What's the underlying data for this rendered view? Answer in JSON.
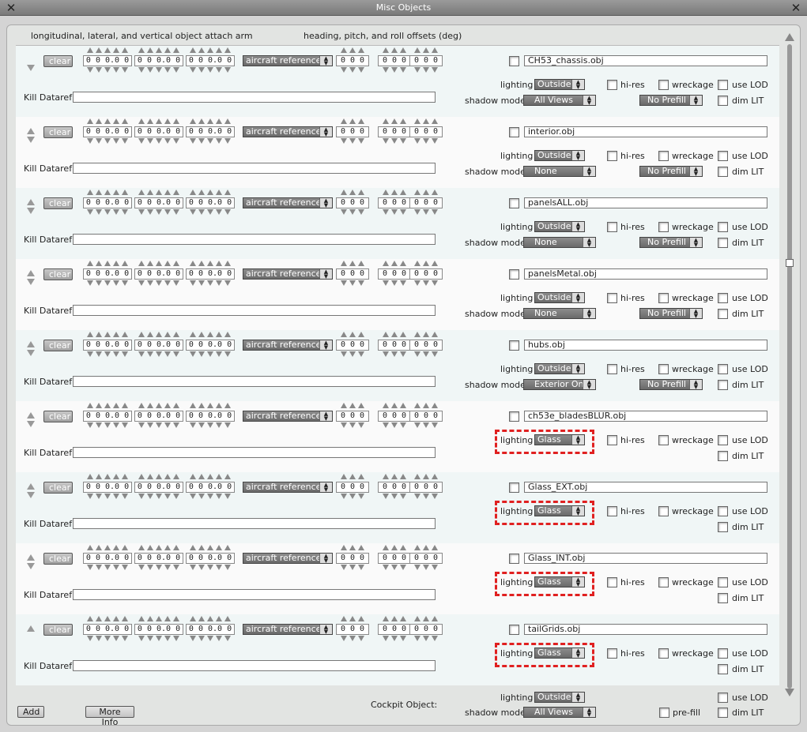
{
  "window": {
    "title": "Misc Objects"
  },
  "headers": {
    "attach_arm": "longitudinal, lateral, and vertical object attach arm",
    "offsets": "heading, pitch, and roll offsets (deg)"
  },
  "common": {
    "clear": "clear",
    "arm_value": "0 0 0.0 0",
    "offset_value": "0 0 0",
    "reference": "aircraft reference",
    "kill_dataref": "Kill Dataref",
    "lighting": "lighting",
    "shadow_mode": "shadow mode",
    "hi_res": "hi-res",
    "wreckage": "wreckage",
    "use_lod": "use LOD",
    "dim_lit": "dim LIT",
    "prefill": "No Prefill"
  },
  "objects": [
    {
      "file": "CH53_chassis.obj",
      "lighting": "Outside",
      "shadow": "All Views",
      "highlight": false,
      "up": false,
      "down": true
    },
    {
      "file": "interior.obj",
      "lighting": "Outside",
      "shadow": "None",
      "highlight": false,
      "up": true,
      "down": true
    },
    {
      "file": "panelsALL.obj",
      "lighting": "Outside",
      "shadow": "None",
      "highlight": false,
      "up": true,
      "down": true
    },
    {
      "file": "panelsMetal.obj",
      "lighting": "Outside",
      "shadow": "None",
      "highlight": false,
      "up": true,
      "down": true
    },
    {
      "file": "hubs.obj",
      "lighting": "Outside",
      "shadow": "Exterior Only",
      "highlight": false,
      "up": true,
      "down": true
    },
    {
      "file": "ch53e_bladesBLUR.obj",
      "lighting": "Glass",
      "shadow": null,
      "highlight": true,
      "up": true,
      "down": true
    },
    {
      "file": "Glass_EXT.obj",
      "lighting": "Glass",
      "shadow": null,
      "highlight": true,
      "up": true,
      "down": true
    },
    {
      "file": "Glass_INT.obj",
      "lighting": "Glass",
      "shadow": null,
      "highlight": true,
      "up": true,
      "down": true
    },
    {
      "file": "tailGrids.obj",
      "lighting": "Glass",
      "shadow": null,
      "highlight": true,
      "up": true,
      "down": false
    }
  ],
  "footer": {
    "add": "Add",
    "more_info": "More Info",
    "cockpit_object": "Cockpit Object:",
    "lighting": "lighting",
    "lighting_value": "Outside",
    "shadow_mode": "shadow mode",
    "shadow_value": "All Views",
    "use_lod": "use LOD",
    "pre_fill": "pre-fill",
    "dim_lit": "dim LIT"
  },
  "colors": {
    "highlight": "#e02020"
  },
  "icons": [
    "close-icon",
    "arrow-up-icon",
    "arrow-down-icon",
    "dropdown-arrow-icon"
  ]
}
